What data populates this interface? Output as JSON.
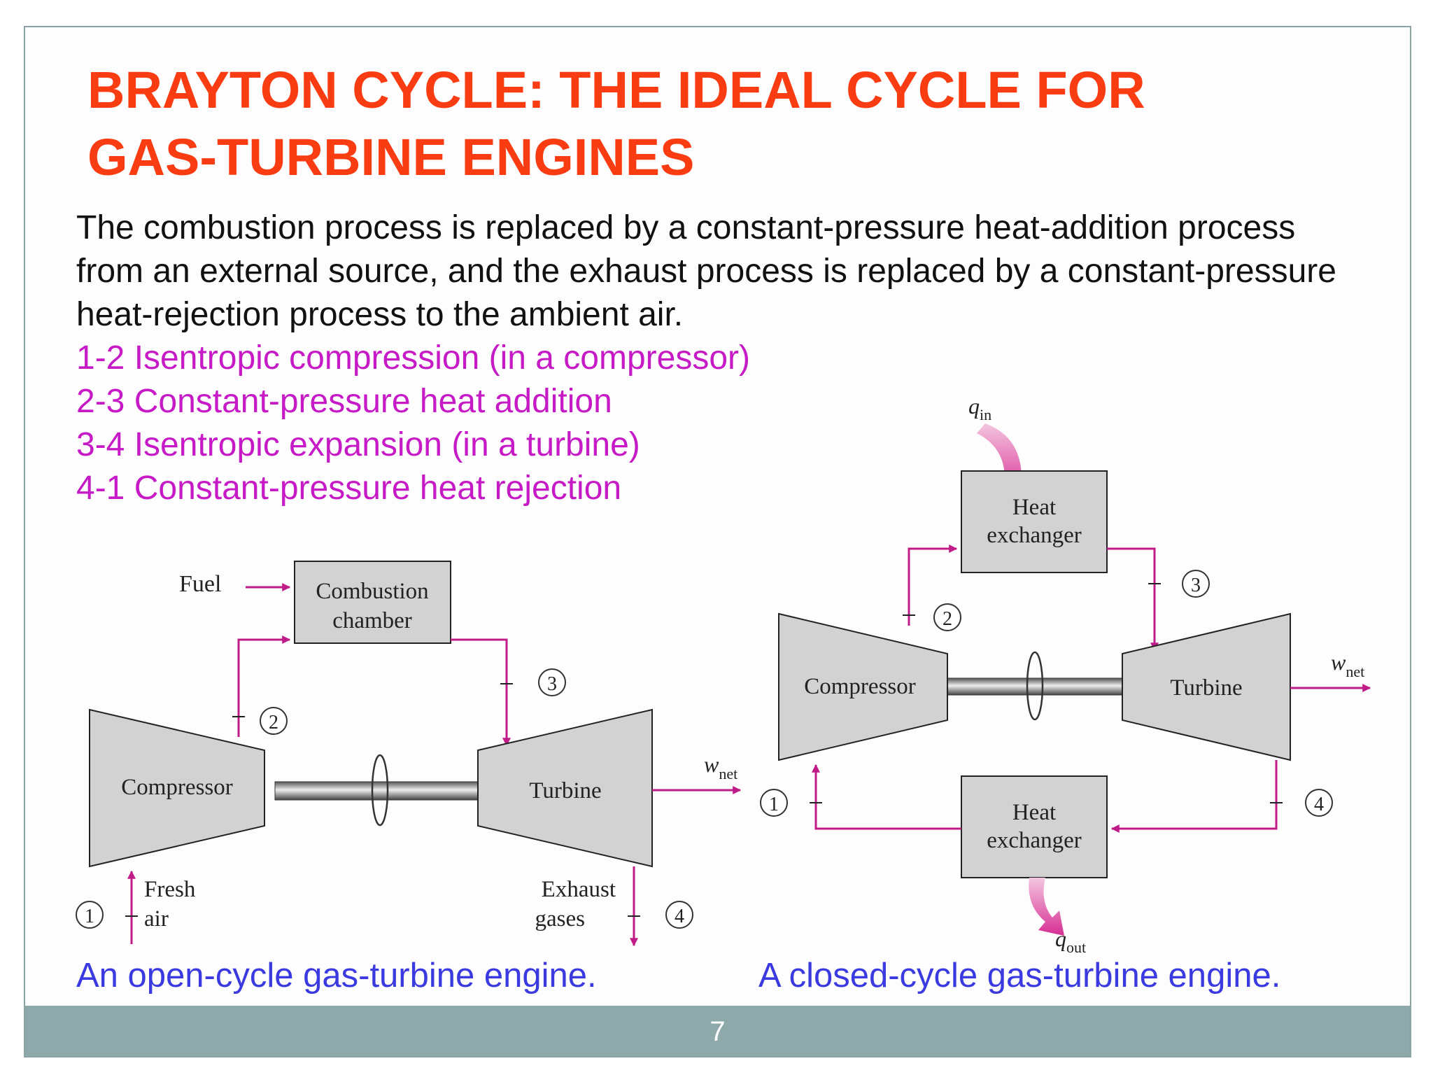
{
  "title_lines": [
    "BRAYTON CYCLE: THE IDEAL CYCLE FOR",
    "GAS-TURBINE ENGINES"
  ],
  "intro": "The combustion process is replaced by a constant-pressure heat-addition process from an external source, and the exhaust process is replaced by a constant-pressure heat-rejection process to the ambient air.",
  "steps": [
    "1-2 Isentropic compression (in a compressor)",
    "2-3 Constant-pressure heat addition",
    "3-4 Isentropic expansion (in a turbine)",
    "4-1 Constant-pressure heat rejection"
  ],
  "open_cycle": {
    "fuel": "Fuel",
    "chamber_line1": "Combustion",
    "chamber_line2": "chamber",
    "compressor": "Compressor",
    "turbine": "Turbine",
    "w": "w",
    "w_sub": "net",
    "fresh_line1": "Fresh",
    "fresh_line2": "air",
    "exhaust_line1": "Exhaust",
    "exhaust_line2": "gases",
    "states": [
      "1",
      "2",
      "3",
      "4"
    ]
  },
  "closed_cycle": {
    "q_in": "q",
    "q_in_sub": "in",
    "hx_top_line1": "Heat",
    "hx_top_line2": "exchanger",
    "hx_bottom_line1": "Heat",
    "hx_bottom_line2": "exchanger",
    "compressor": "Compressor",
    "turbine": "Turbine",
    "w": "w",
    "w_sub": "net",
    "q_out": "q",
    "q_out_sub": "out",
    "states": [
      "1",
      "2",
      "3",
      "4"
    ]
  },
  "captions": {
    "open": "An open-cycle gas-turbine engine.",
    "closed": "A closed-cycle gas-turbine engine."
  },
  "page_number": "7",
  "colors": {
    "title": "#fa3c13",
    "steps": "#c61ac6",
    "captions": "#3a3ae0",
    "flow_lines": "#c01c88",
    "footer": "#8ea9aa"
  }
}
